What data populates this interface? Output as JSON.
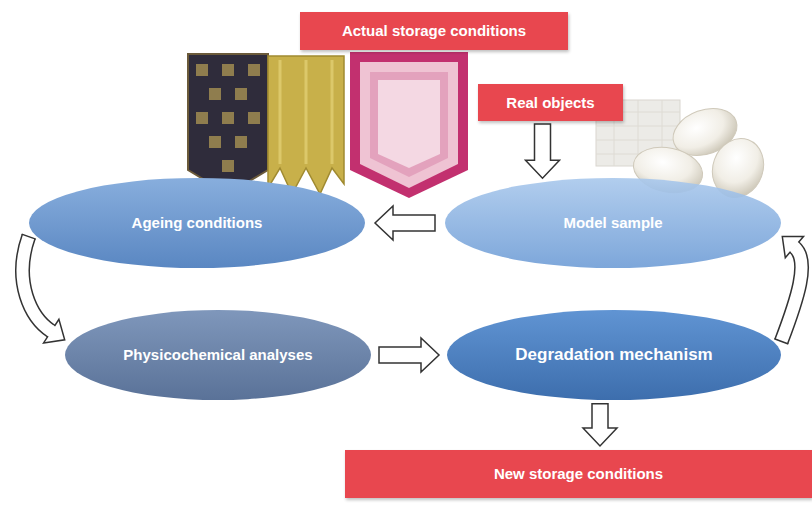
{
  "diagram": {
    "nodes": [
      {
        "text": [
          "Actual storage conditions"
        ]
      },
      {
        "text": [
          "Real objects"
        ]
      },
      {
        "text": [
          "Ageing conditions"
        ]
      },
      {
        "text": [
          "Model sample"
        ]
      },
      {
        "text": [
          "Physicochemical analyses"
        ]
      },
      {
        "text": [
          "Degradation mechanism"
        ]
      },
      {
        "text": [
          "New storage conditions"
        ]
      }
    ],
    "edges": [
      {
        "from": 1,
        "to": 3,
        "arrow": "to"
      },
      {
        "from": 3,
        "to": 2,
        "arrow": "to"
      },
      {
        "from": 2,
        "to": 4,
        "arrow": "to"
      },
      {
        "from": 4,
        "to": 5,
        "arrow": "to"
      },
      {
        "from": 5,
        "to": 3,
        "arrow": "to"
      },
      {
        "from": 5,
        "to": 6,
        "arrow": "to"
      }
    ]
  }
}
